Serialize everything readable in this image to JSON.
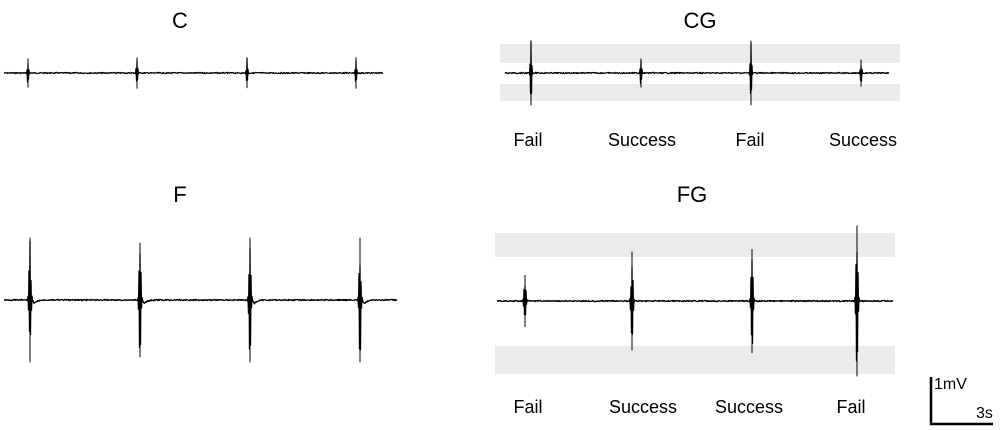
{
  "chart_data": [
    {
      "type": "line",
      "panel": "C",
      "title": "C",
      "spikes": [
        {
          "time_s": 2.4,
          "amplitude_mV": 0.28
        },
        {
          "time_s": 13.3,
          "amplitude_mV": 0.3
        },
        {
          "time_s": 24.3,
          "amplitude_mV": 0.29
        },
        {
          "time_s": 35.2,
          "amplitude_mV": 0.3
        }
      ],
      "threshold_band": false,
      "labels": []
    },
    {
      "type": "line",
      "panel": "CG",
      "title": "CG",
      "spikes": [
        {
          "time_s": 2.6,
          "amplitude_mV": 0.62,
          "label": "Fail"
        },
        {
          "time_s": 13.6,
          "amplitude_mV": 0.28,
          "label": "Success"
        },
        {
          "time_s": 24.6,
          "amplitude_mV": 0.62,
          "label": "Fail"
        },
        {
          "time_s": 35.6,
          "amplitude_mV": 0.26,
          "label": "Success"
        }
      ],
      "threshold_band": true,
      "labels": [
        "Fail",
        "Success",
        "Fail",
        "Success"
      ]
    },
    {
      "type": "line",
      "panel": "F",
      "title": "F",
      "spikes": [
        {
          "time_s": 2.6,
          "amplitude_mV": 1.2
        },
        {
          "time_s": 13.6,
          "amplitude_mV": 1.1
        },
        {
          "time_s": 24.6,
          "amplitude_mV": 1.2
        },
        {
          "time_s": 35.6,
          "amplitude_mV": 1.2
        }
      ],
      "threshold_band": false,
      "labels": []
    },
    {
      "type": "line",
      "panel": "FG",
      "title": "FG",
      "spikes": [
        {
          "time_s": 2.8,
          "amplitude_mV": 0.5,
          "label": "Fail"
        },
        {
          "time_s": 13.5,
          "amplitude_mV": 0.95,
          "label": "Success"
        },
        {
          "time_s": 25.5,
          "amplitude_mV": 1.0,
          "label": "Success"
        },
        {
          "time_s": 36.0,
          "amplitude_mV": 1.45,
          "label": "Fail"
        }
      ],
      "threshold_band": true,
      "labels": [
        "Fail",
        "Success",
        "Success",
        "Fail"
      ]
    }
  ],
  "scale_bar": {
    "vertical_label": "1mV",
    "horizontal_label": "3s"
  }
}
